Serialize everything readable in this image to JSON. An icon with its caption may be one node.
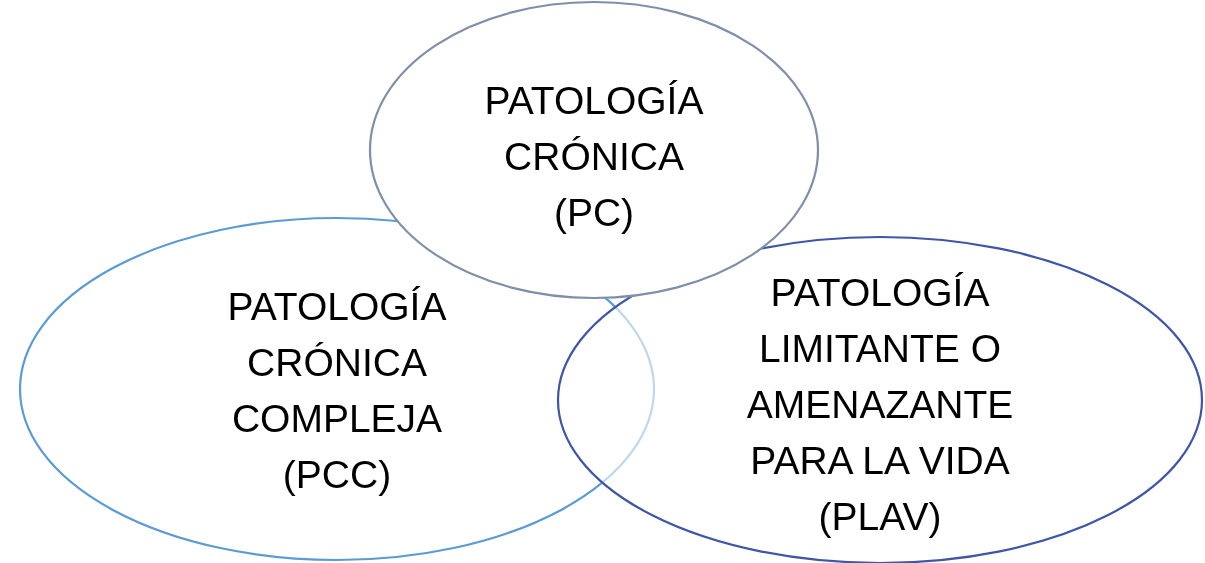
{
  "diagram": {
    "nodes": [
      {
        "text": [
          "PATOLOGÍA CRÓNICA (PC)"
        ]
      },
      {
        "text": [
          "PATOLOGÍA CRÓNICA COMPLEJA (PCC)"
        ]
      },
      {
        "text": [
          "PATOLOGÍA LIMITANTE O AMENAZANTE PARA LA VIDA (PLAV)"
        ]
      }
    ]
  }
}
